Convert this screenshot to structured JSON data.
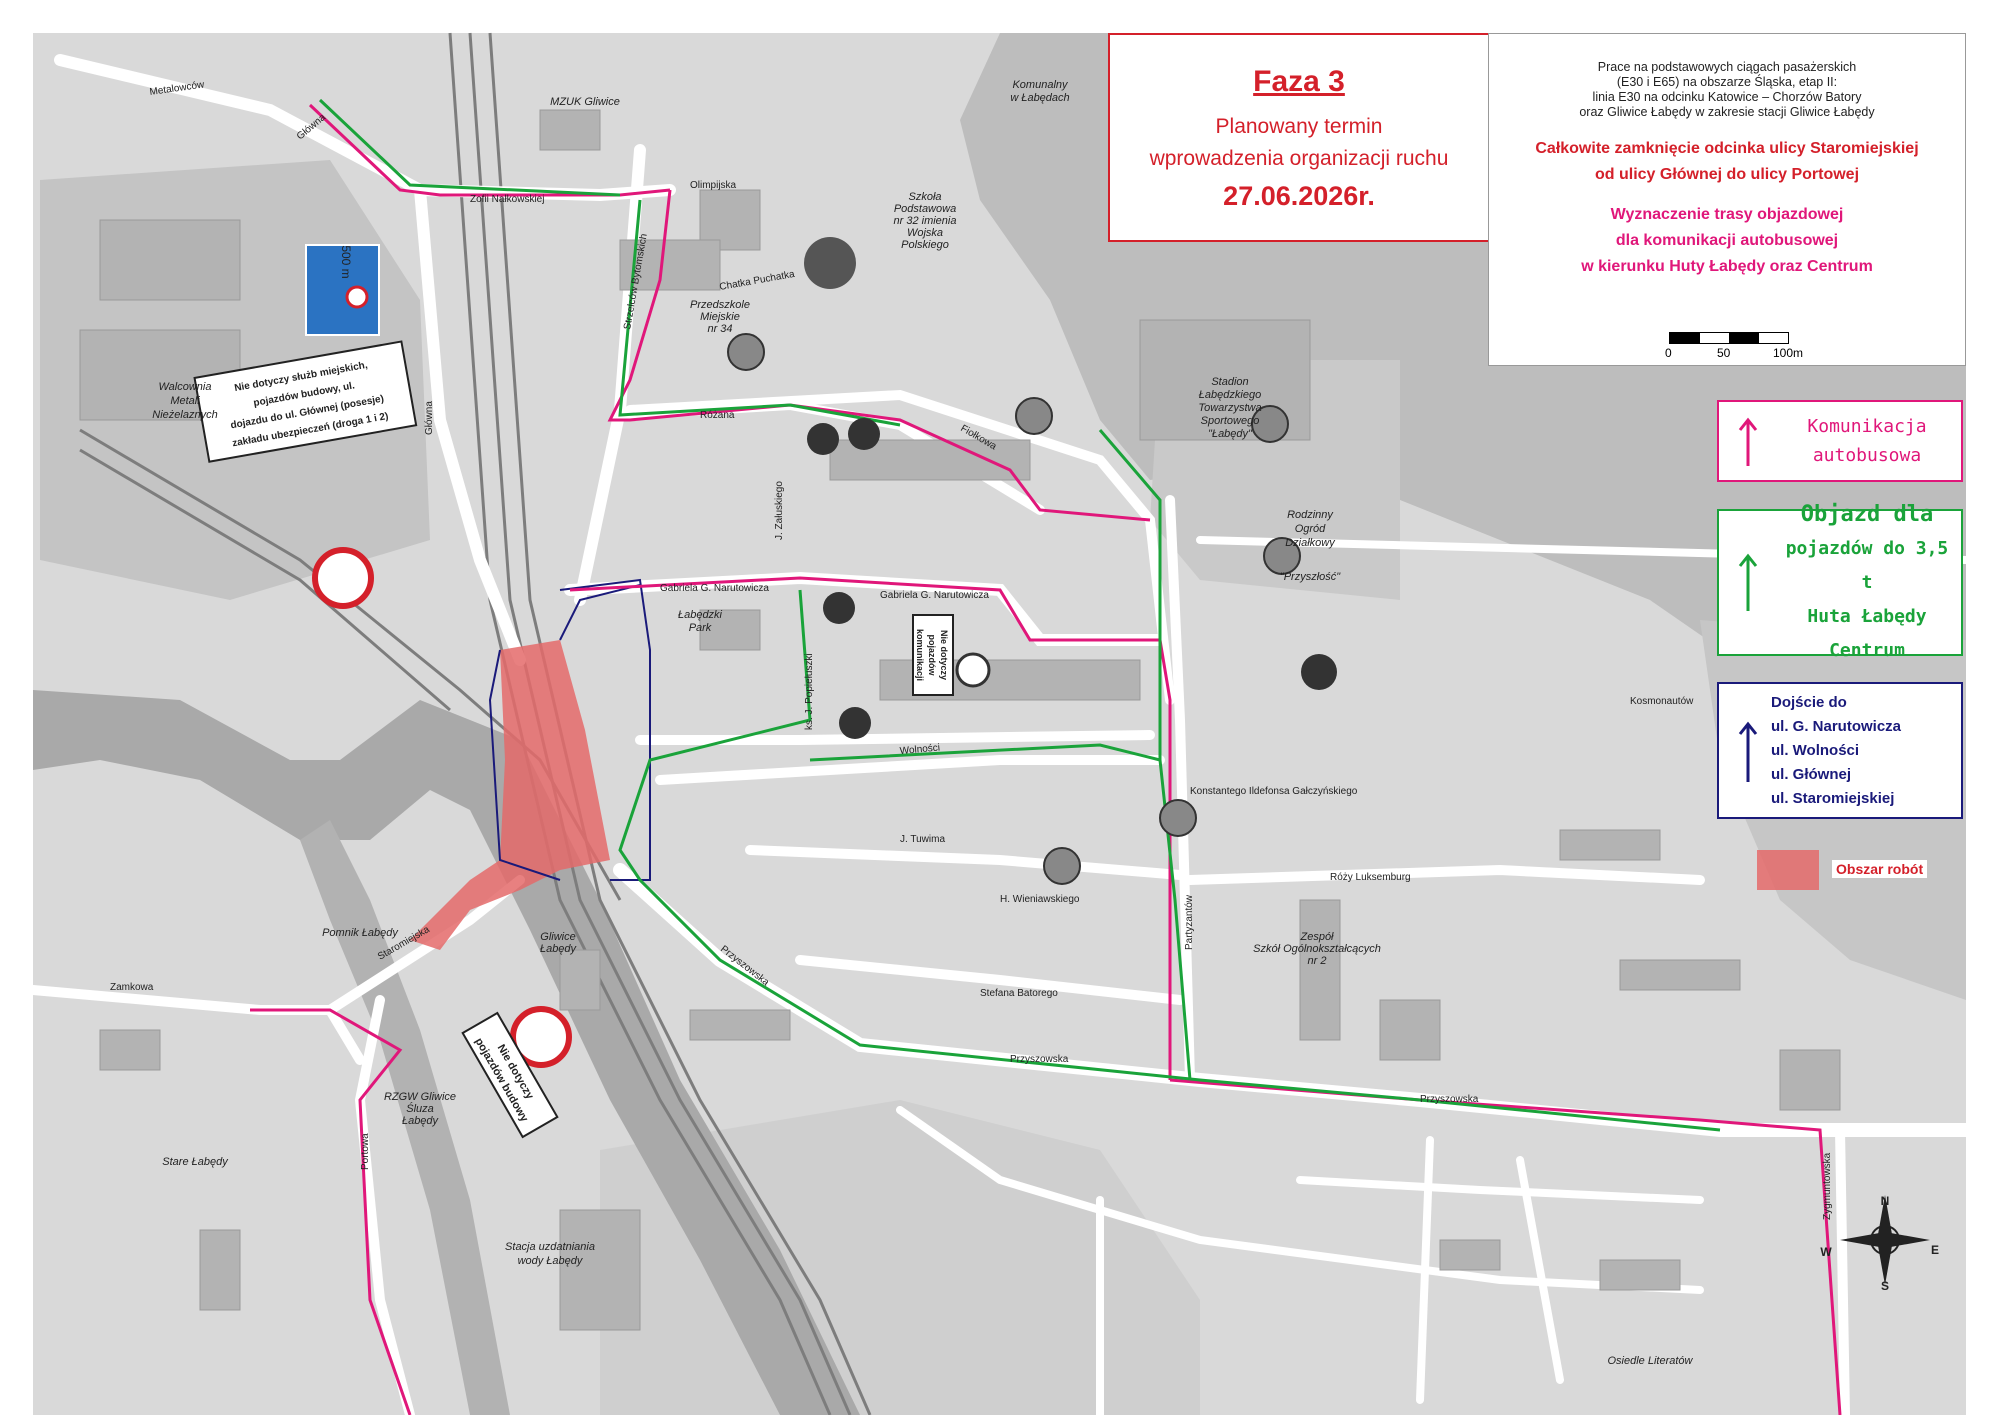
{
  "phase": {
    "title": "Faza 3",
    "line1": "Planowany termin",
    "line2": "wprowadzenia organizacji ruchu",
    "date": "27.06.2026r."
  },
  "info": {
    "project_lines": [
      "Prace na podstawowych ciągach pasażerskich",
      "(E30 i E65) na obszarze Śląska, etap II:",
      "linia E30 na odcinku Katowice – Chorzów Batory",
      "oraz Gliwice Łabędy w zakresie stacji Gliwice Łabędy"
    ],
    "closure_lines": [
      "Całkowite zamknięcie odcinka ulicy Staromiejskiej",
      "od ulicy Głównej do ulicy Portowej"
    ],
    "detour_lines": [
      "Wyznaczenie trasy objazdowej",
      "dla komunikacji autobusowej",
      "w kierunku Huty Łabędy oraz Centrum"
    ],
    "scale_labels": [
      "0",
      "50",
      "100m"
    ]
  },
  "legend": {
    "bus": [
      "Komunikacja",
      "autobusowa"
    ],
    "detour": [
      "Objazd dla",
      "pojazdów do 3,5 t",
      "Huta Łabędy",
      "Centrum"
    ],
    "access": [
      "Dojście do",
      "ul. G. Narutowicza",
      "ul. Wolności",
      "ul. Głównej",
      "ul. Staromiejskiej"
    ],
    "works": "Obszar robót"
  },
  "colors": {
    "bus": "#e0177a",
    "detour": "#1aa33a",
    "access": "#1a1a7a",
    "closure": "#d4202a",
    "works": "#e46a6a"
  },
  "map": {
    "streets": {
      "metalowcow": "Metalowców",
      "glowna_top": "Główna",
      "zofii": "Zofii Nałkowskiej",
      "olimpijska": "Olimpijska",
      "strzelcow": "Strzelców Bytomskich",
      "chatka": "Chatka Puchatka",
      "rozana": "Różana",
      "fiolkowa": "Fiołkowa",
      "zaluskiego": "J. Załuskiego",
      "narutowicza1": "Gabriela G. Narutowicza",
      "narutowicza2": "Gabriela G. Narutowicza",
      "wolnosci": "Wolności",
      "popieluszki": "ks. J. Popiełuszki",
      "tuwima": "J. Tuwima",
      "wieniawskiego": "H. Wieniawskiego",
      "przyszowska1": "Przyszowska",
      "przyszowska2": "Przyszowska",
      "przyszowska3": "Przyszowska",
      "batorego": "Stefana Batorego",
      "partyzantow": "Partyzantów",
      "zygmuntowska": "Zygmuntowska",
      "portowa": "Portowa",
      "zamkowa": "Zamkowa",
      "staromiejska": "Staromiejska",
      "glowna_left": "Główna",
      "kosmonautow": "Kosmonautów",
      "rozy": "Róży Luksemburg",
      "galczynskiego": "Konstantego Ildefonsa Gałczyńskiego"
    },
    "places": {
      "walcownia": [
        "Walcownia",
        "Metali",
        "Nieżelaznych"
      ],
      "szkola": [
        "Szkoła",
        "Podstawowa",
        "nr 32 imienia",
        "Wojska",
        "Polskiego"
      ],
      "przedszkole": [
        "Przedszkole",
        "Miejskie",
        "nr 34"
      ],
      "stadion": [
        "Stadion",
        "Łabędzkiego",
        "Towarzystwa",
        "Sportowego",
        "\"Łabędy\""
      ],
      "ogrod": [
        "Rodzinny",
        "Ogród",
        "Działkowy",
        "\"Przyszłość\""
      ],
      "zespol": [
        "Zespół",
        "Szkół Ogólnokształcących",
        "nr 2"
      ],
      "stacja_gliwice": [
        "Gliwice",
        "Łabędy"
      ],
      "stacja_wody": [
        "Stacja uzdatniania",
        "wody Łabędy"
      ],
      "stare_labedy": "Stare Łabędy",
      "osiedle": "Osiedle Literatów",
      "park": [
        "Łabędzki",
        "Park"
      ],
      "mzuk": "MZUK Gliwice",
      "komunalny": [
        "Komunalny",
        "w Łabędach"
      ],
      "pomnik": "Pomnik Łabędy",
      "rzgw": [
        "RZGW Gliwice",
        "Śluza",
        "Łabędy"
      ]
    },
    "notes": {
      "rotated_note": [
        "Nie dotyczy służb miejskich,",
        "pojazdów budowy, ul.",
        "dojazdu do ul. Głównej (posesje)",
        "zakładu ubezpieczeń (droga 1 i 2)"
      ],
      "bus_note": [
        "Nie dotyczy",
        "pojazdów",
        "komunikacji"
      ],
      "nie_dotyczy": [
        "Nie dotyczy",
        "pojazdów budowy"
      ],
      "sign_500": "500 m"
    },
    "compass": {
      "n": "N",
      "s": "S",
      "e": "E",
      "w": "W"
    }
  }
}
